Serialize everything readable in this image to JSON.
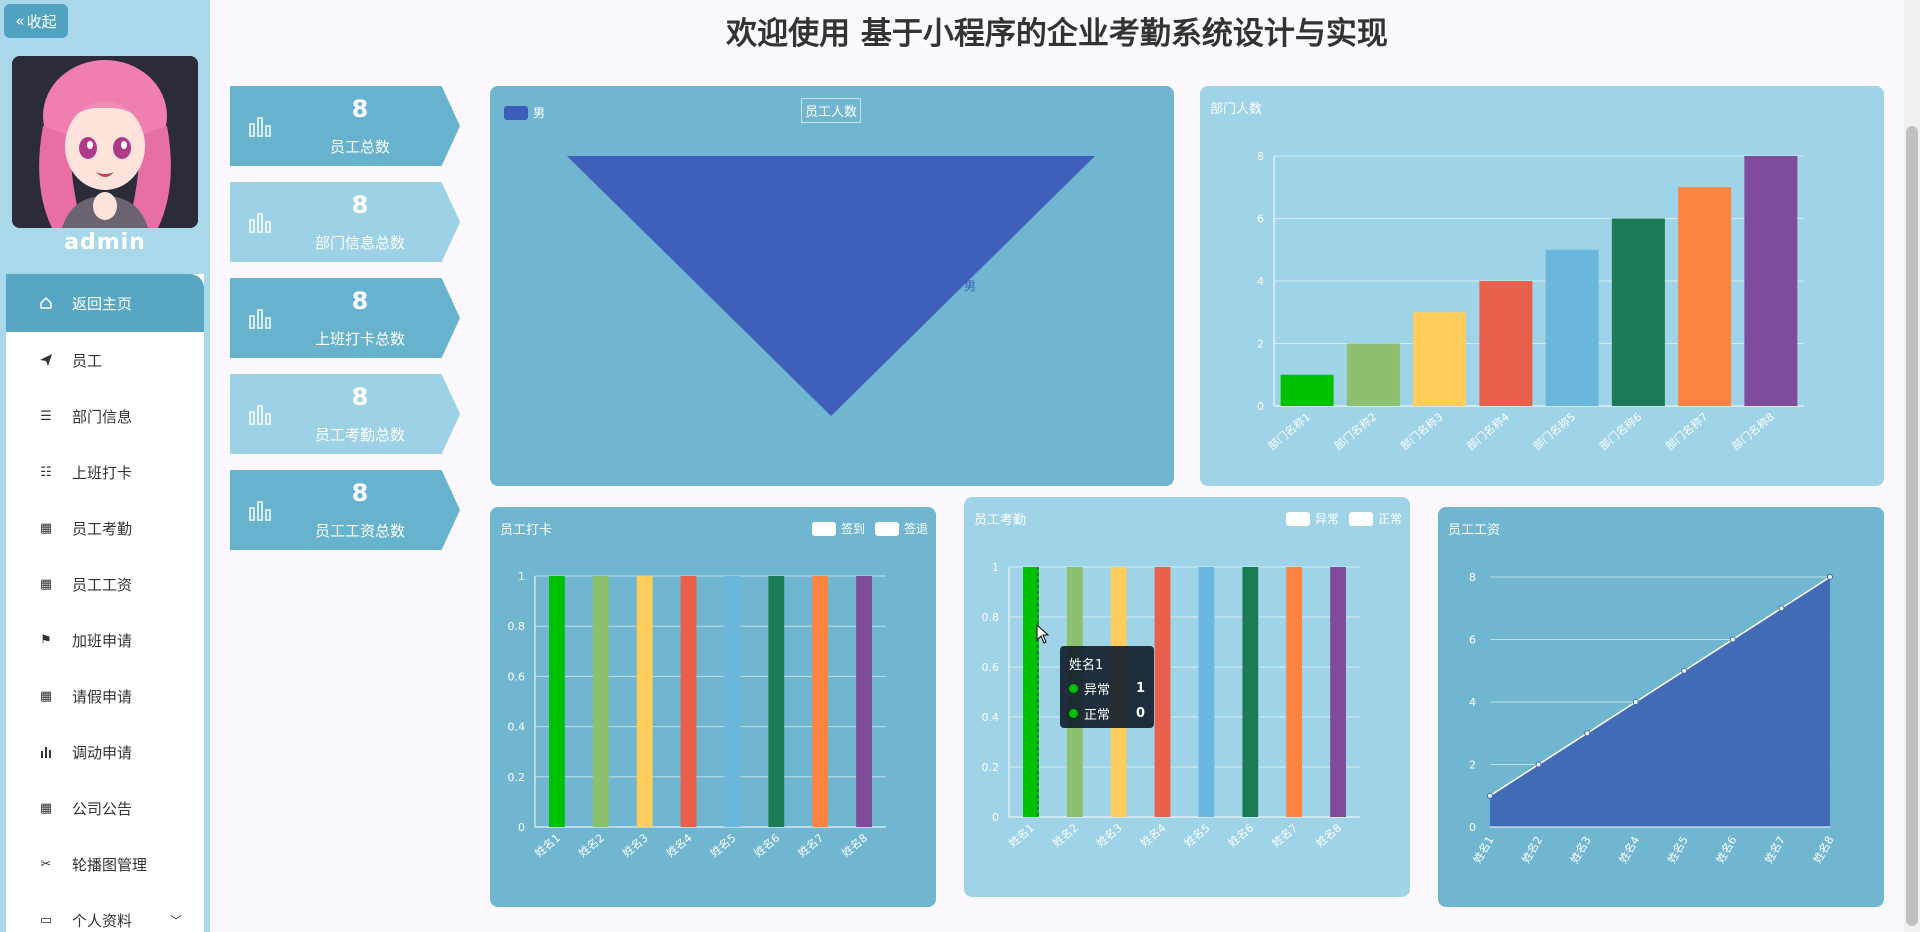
{
  "title": "欢迎使用 基于小程序的企业考勤系统设计与实现",
  "sidebar": {
    "collapse_label": "收起",
    "username": "admin",
    "items": [
      {
        "label": "返回主页",
        "icon": "home-icon",
        "active": true
      },
      {
        "label": "员工",
        "icon": "send-icon"
      },
      {
        "label": "部门信息",
        "icon": "lines-icon"
      },
      {
        "label": "上班打卡",
        "icon": "list-icon"
      },
      {
        "label": "员工考勤",
        "icon": "grid-icon"
      },
      {
        "label": "员工工资",
        "icon": "grid-icon"
      },
      {
        "label": "加班申请",
        "icon": "flag-icon"
      },
      {
        "label": "请假申请",
        "icon": "grid-icon"
      },
      {
        "label": "调动申请",
        "icon": "bar-chart-icon"
      },
      {
        "label": "公司公告",
        "icon": "grid-icon"
      },
      {
        "label": "轮播图管理",
        "icon": "video-icon"
      },
      {
        "label": "个人资料",
        "icon": "card-icon",
        "expandable": true
      }
    ]
  },
  "stats": [
    {
      "value": "8",
      "label": "员工总数"
    },
    {
      "value": "8",
      "label": "部门信息总数"
    },
    {
      "value": "8",
      "label": "上班打卡总数"
    },
    {
      "value": "8",
      "label": "员工考勤总数"
    },
    {
      "value": "8",
      "label": "员工工资总数"
    }
  ],
  "colors": {
    "palette": [
      "#00c000",
      "#8cbf6e",
      "#ffcd5c",
      "#e8604c",
      "#6ab6dd",
      "#1c7a55",
      "#fd8340",
      "#7f4c9b"
    ],
    "funnel": "#3b5cb8",
    "panel_dark": "#6cb4cf",
    "panel_light": "#9fd3e8"
  },
  "chart_data": [
    {
      "type": "funnel",
      "title": "员工人数",
      "legend": [
        "男"
      ],
      "series": [
        {
          "name": "男",
          "values": [
            8
          ]
        }
      ]
    },
    {
      "type": "bar",
      "title": "部门人数",
      "categories": [
        "部门名称1",
        "部门名称2",
        "部门名称3",
        "部门名称4",
        "部门名称5",
        "部门名称6",
        "部门名称7",
        "部门名称8"
      ],
      "values": [
        1,
        2,
        3,
        4,
        5,
        6,
        7,
        8
      ],
      "ylim": [
        0,
        8
      ],
      "yticks": [
        "0",
        "2",
        "4",
        "6",
        "8"
      ],
      "grid": true
    },
    {
      "type": "bar",
      "title": "员工打卡",
      "legend": [
        "签到",
        "签退"
      ],
      "categories": [
        "姓名1",
        "姓名2",
        "姓名3",
        "姓名4",
        "姓名5",
        "姓名6",
        "姓名7",
        "姓名8"
      ],
      "series": [
        {
          "name": "签到",
          "values": [
            1,
            1,
            1,
            1,
            1,
            1,
            1,
            1
          ]
        },
        {
          "name": "签退",
          "values": [
            0,
            0,
            0,
            0,
            0,
            0,
            0,
            0
          ]
        }
      ],
      "ylim": [
        0,
        1
      ],
      "yticks": [
        "0",
        "0.2",
        "0.4",
        "0.6",
        "0.8",
        "1"
      ]
    },
    {
      "type": "bar",
      "title": "员工考勤",
      "legend": [
        "异常",
        "正常"
      ],
      "categories": [
        "姓名1",
        "姓名2",
        "姓名3",
        "姓名4",
        "姓名5",
        "姓名6",
        "姓名7",
        "姓名8"
      ],
      "series": [
        {
          "name": "异常",
          "values": [
            1,
            1,
            1,
            1,
            1,
            1,
            1,
            1
          ]
        },
        {
          "name": "正常",
          "values": [
            0,
            0,
            0,
            0,
            0,
            0,
            0,
            0
          ]
        }
      ],
      "ylim": [
        0,
        1
      ],
      "yticks": [
        "0",
        "0.2",
        "0.4",
        "0.6",
        "0.8",
        "1"
      ],
      "tooltip": {
        "title": "姓名1",
        "rows": [
          {
            "name": "异常",
            "value": "1"
          },
          {
            "name": "正常",
            "value": "0"
          }
        ]
      }
    },
    {
      "type": "area",
      "title": "员工工资",
      "categories": [
        "姓名1",
        "姓名2",
        "姓名3",
        "姓名4",
        "姓名5",
        "姓名6",
        "姓名7",
        "姓名8"
      ],
      "values": [
        1,
        2,
        3,
        4,
        5,
        6,
        7,
        8
      ],
      "ylim": [
        0,
        8
      ],
      "yticks": [
        "0",
        "2",
        "4",
        "6",
        "8"
      ]
    }
  ]
}
